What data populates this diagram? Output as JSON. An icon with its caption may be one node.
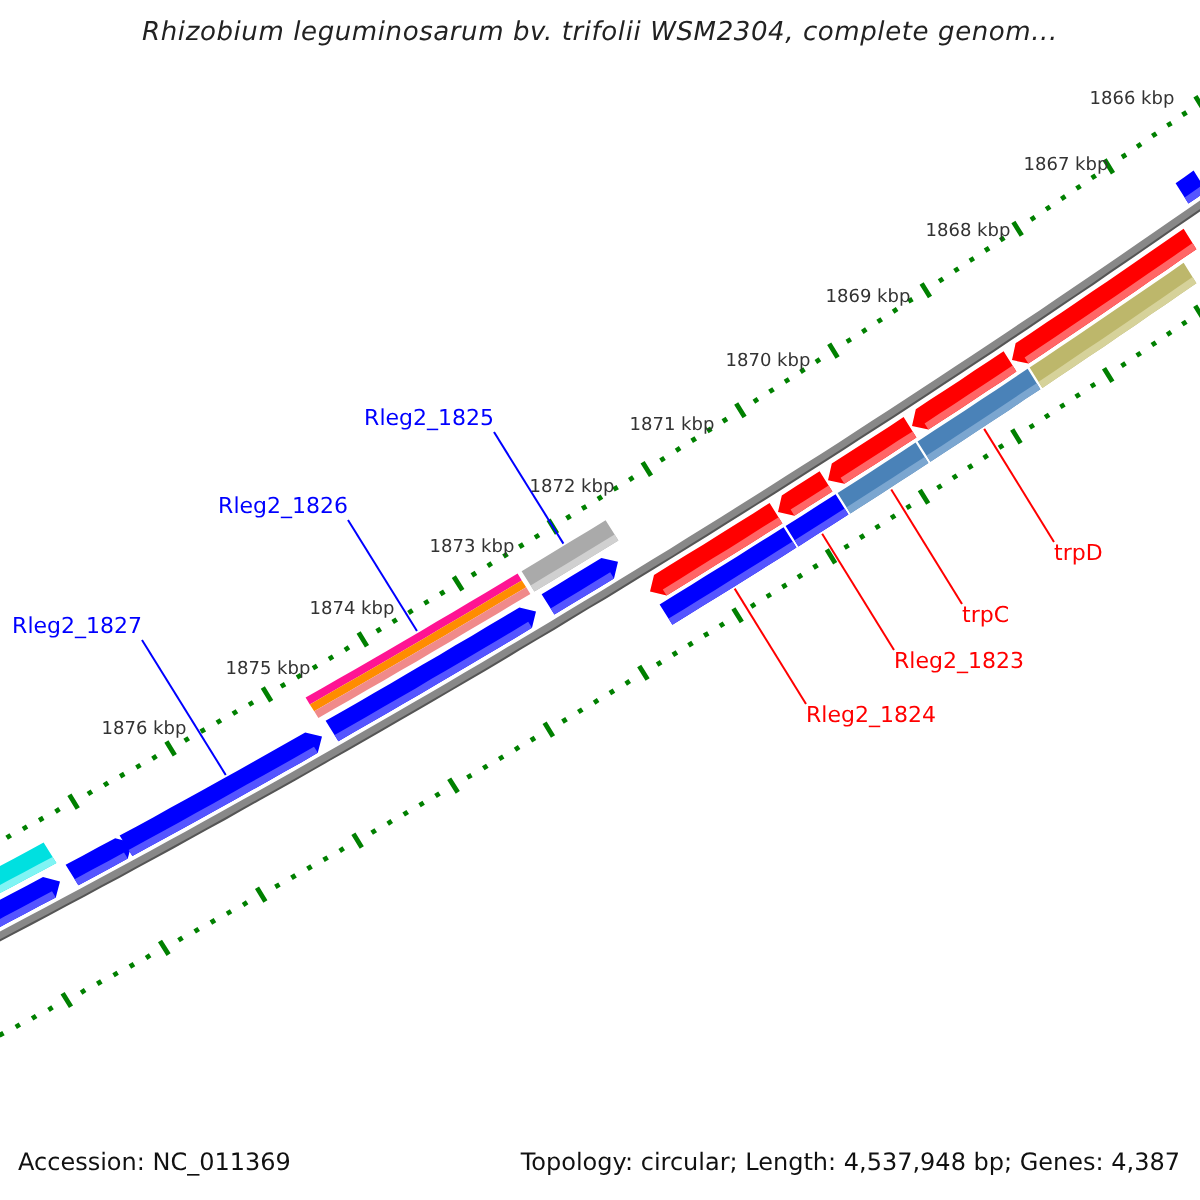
{
  "diagram": {
    "title": "Rhizobium leguminosarum bv. trifolii WSM2304, complete genom...",
    "nodes": [
      {
        "text": [
          "Rleg2_1825"
        ]
      },
      {
        "text": [
          "Rleg2_1826"
        ]
      },
      {
        "text": [
          "trpD"
        ]
      },
      {
        "text": [
          "Rleg2_1827"
        ]
      },
      {
        "text": [
          "trpC"
        ]
      },
      {
        "text": [
          "Rleg2_1823"
        ]
      },
      {
        "text": [
          "Rleg2_1824"
        ]
      },
      {
        "text": [],
        "shape": "bar"
      },
      {
        "text": [],
        "shape": "bar"
      },
      {
        "text": [],
        "shape": "bar"
      },
      {
        "text": [],
        "shape": "bar"
      },
      {
        "text": [],
        "shape": "bar"
      },
      {
        "text": [],
        "shape": "bar"
      },
      {
        "text": [],
        "shape": "bar"
      },
      {
        "text": [],
        "shape": "bar"
      },
      {
        "text": [],
        "shape": "bar"
      },
      {
        "text": [],
        "shape": "bar"
      },
      {
        "text": [],
        "shape": "bar"
      },
      {
        "text": [],
        "shape": "bar"
      },
      {
        "text": [],
        "shape": "bar"
      },
      {
        "text": [],
        "shape": "bar"
      },
      {
        "text": [],
        "shape": "bar"
      },
      {
        "text": [],
        "shape": "bar"
      },
      {
        "text": [],
        "shape": "bar"
      },
      {
        "text": [],
        "shape": "bar"
      },
      {
        "text": [],
        "shape": "bar"
      }
    ],
    "edges": [
      {
        "from": 0,
        "to": 13,
        "arrow": "none",
        "color": "#0000ff"
      },
      {
        "from": 1,
        "to": 11,
        "arrow": "none",
        "color": "#0000ff"
      },
      {
        "from": 2,
        "to": 22,
        "arrow": "none"
      },
      {
        "from": 3,
        "to": 10,
        "arrow": "none",
        "color": "#0000ff"
      },
      {
        "from": 4,
        "to": 20,
        "arrow": "none"
      },
      {
        "from": 5,
        "to": 18,
        "arrow": "none"
      },
      {
        "from": 6,
        "to": 16,
        "arrow": "none"
      }
    ],
    "labels": [
      "1866 kbp",
      "1867 kbp",
      "1868 kbp",
      "1869 kbp",
      "1870 kbp",
      "1871 kbp",
      "1872 kbp",
      "1873 kbp",
      "1874 kbp",
      "1875 kbp",
      "1876 kbp",
      "Accession: NC_011369",
      "Topology: circular; Length: 4,537,948 bp; Genes: 4,387"
    ]
  }
}
